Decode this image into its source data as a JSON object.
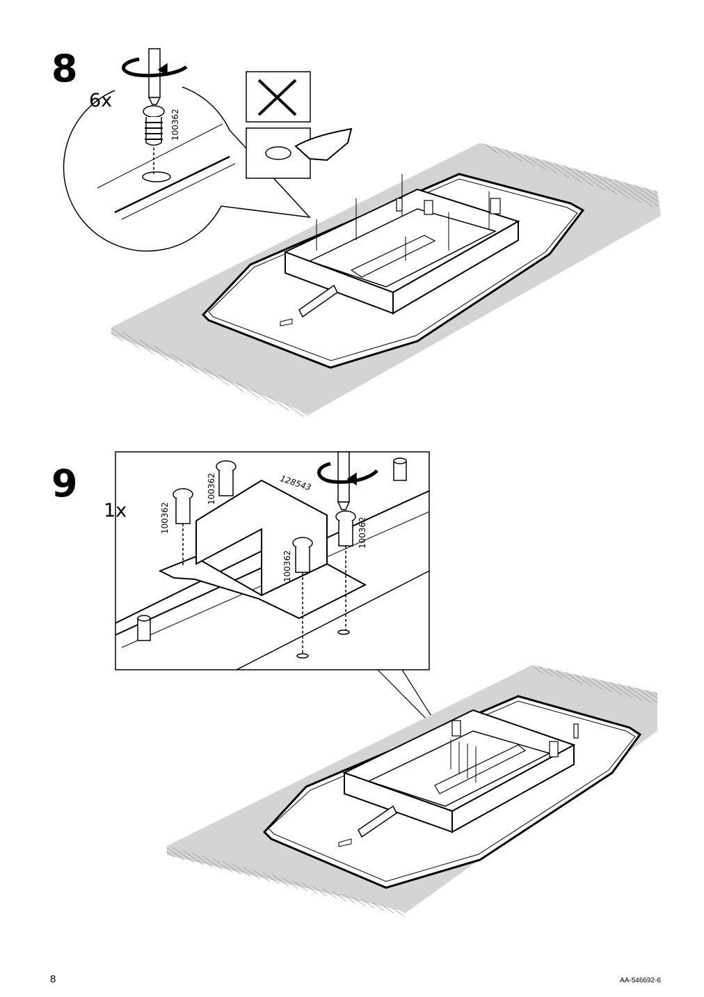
{
  "steps": [
    {
      "number": "8",
      "quantity": "6x",
      "part_number": "100362"
    },
    {
      "number": "9",
      "quantity": "1x",
      "part_numbers": [
        "100362",
        "100362",
        "100362",
        "100362",
        "128543"
      ]
    }
  ],
  "footer": {
    "page_number": "8",
    "doc_code": "AA-546692-6"
  }
}
